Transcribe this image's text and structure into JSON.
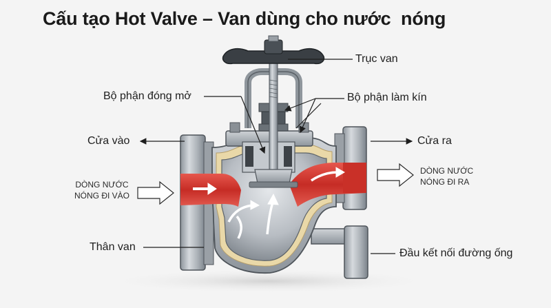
{
  "title": "Cấu tạo Hot Valve – Van dùng cho nước  nóng",
  "labels": {
    "truc_van": "Trục van",
    "bo_phan_dong_mo": "Bộ phận đóng mở",
    "bo_phan_lam_kin": "Bộ phận làm kín",
    "cua_vao": "Cửa vào",
    "cua_ra": "Cửa ra",
    "than_van": "Thân van",
    "dau_ket_noi": "Đầu kết nối đường ống"
  },
  "flow_in": {
    "line1": "DÒNG NƯỚC",
    "line2": "NÓNG ĐI VÀO"
  },
  "flow_out": {
    "line1": "DÒNG NƯỚC",
    "line2": "NÓNG ĐI RA"
  },
  "colors": {
    "hot_water": "#d23a32",
    "metal": "#b9bec4",
    "metal_dark": "#6f767d",
    "insulation": "#e9d8a8",
    "background": "#f4f4f4"
  }
}
